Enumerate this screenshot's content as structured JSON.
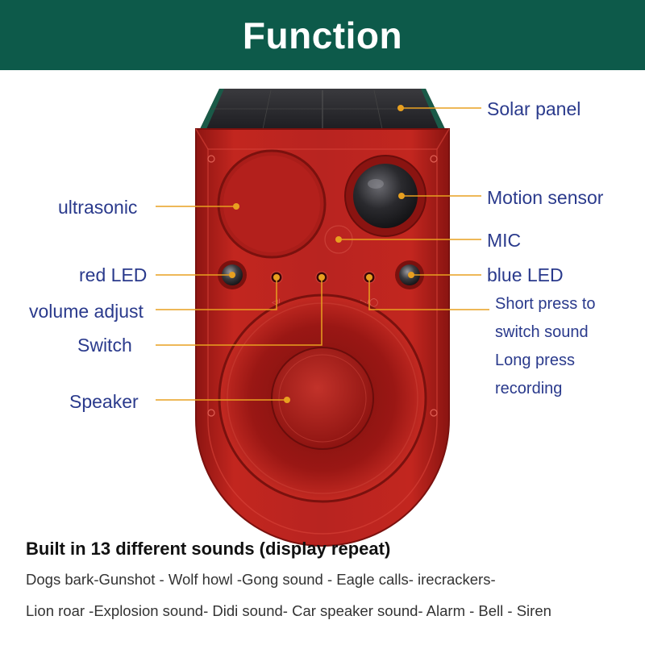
{
  "header": {
    "title": "Function"
  },
  "labels": {
    "solar_panel": "Solar panel",
    "ultrasonic": "ultrasonic",
    "motion_sensor": "Motion sensor",
    "mic": "MIC",
    "red_led": "red LED",
    "blue_led": "blue LED",
    "volume_adjust": "volume adjust",
    "switch": "Switch",
    "speaker": "Speaker",
    "short_press_1": "Short press to",
    "short_press_2": "switch sound",
    "long_press_1": "Long press",
    "long_press_2": "recording"
  },
  "sounds": {
    "title": "Built in 13 different sounds  (display repeat)",
    "line1": "Dogs bark-Gunshot - Wolf howl -Gong sound - Eagle calls- irecrackers-",
    "line2": "Lion roar -Explosion sound- Didi sound- Car speaker sound- Alarm - Bell - Siren"
  },
  "colors": {
    "header_bg": "#0d5a4a",
    "label_text": "#2a3a8c",
    "leader_line": "#e8a020",
    "device_body": "#b3201c"
  }
}
